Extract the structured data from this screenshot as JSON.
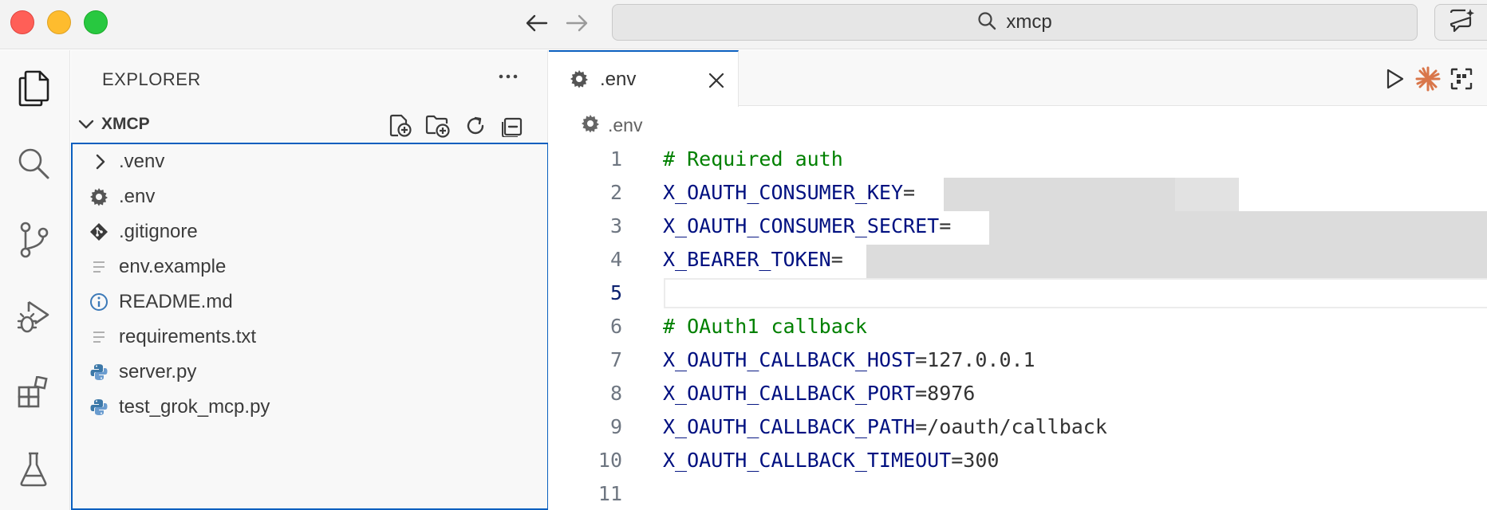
{
  "window": {
    "search_text": "xmcp"
  },
  "activity_bar": {
    "items": [
      "explorer-icon",
      "search-icon",
      "source-control-icon",
      "run-debug-icon",
      "extensions-icon",
      "testing-icon"
    ]
  },
  "sidebar": {
    "title": "EXPLORER",
    "root_folder": "XMCP",
    "files": [
      {
        "label": ".venv",
        "icon": "chevron-right-icon"
      },
      {
        "label": ".env",
        "icon": "gear-icon"
      },
      {
        "label": ".gitignore",
        "icon": "git-icon"
      },
      {
        "label": "env.example",
        "icon": "text-file-icon"
      },
      {
        "label": "README.md",
        "icon": "info-icon"
      },
      {
        "label": "requirements.txt",
        "icon": "text-file-icon"
      },
      {
        "label": "server.py",
        "icon": "python-icon"
      },
      {
        "label": "test_grok_mcp.py",
        "icon": "python-icon"
      }
    ]
  },
  "editor": {
    "tab_label": ".env",
    "breadcrumb": ".env",
    "lines": [
      {
        "n": "1",
        "comment": "# Required auth"
      },
      {
        "n": "2",
        "key": "X_OAUTH_CONSUMER_KEY",
        "op": "=",
        "val": ""
      },
      {
        "n": "3",
        "key": "X_OAUTH_CONSUMER_SECRET",
        "op": "=",
        "val": ""
      },
      {
        "n": "4",
        "key": "X_BEARER_TOKEN",
        "op": "=",
        "val": ""
      },
      {
        "n": "5"
      },
      {
        "n": "6",
        "comment": "# OAuth1 callback"
      },
      {
        "n": "7",
        "key": "X_OAUTH_CALLBACK_HOST",
        "op": "=",
        "val": "127.0.0.1"
      },
      {
        "n": "8",
        "key": "X_OAUTH_CALLBACK_PORT",
        "op": "=",
        "val": "8976"
      },
      {
        "n": "9",
        "key": "X_OAUTH_CALLBACK_PATH",
        "op": "=",
        "val": "/oauth/callback"
      },
      {
        "n": "10",
        "key": "X_OAUTH_CALLBACK_TIMEOUT",
        "op": "=",
        "val": "300"
      },
      {
        "n": "11"
      }
    ]
  },
  "colors": {
    "accent": "#0a5fbf",
    "comment": "#008000",
    "key": "#001080",
    "claude": "#d9764a"
  }
}
